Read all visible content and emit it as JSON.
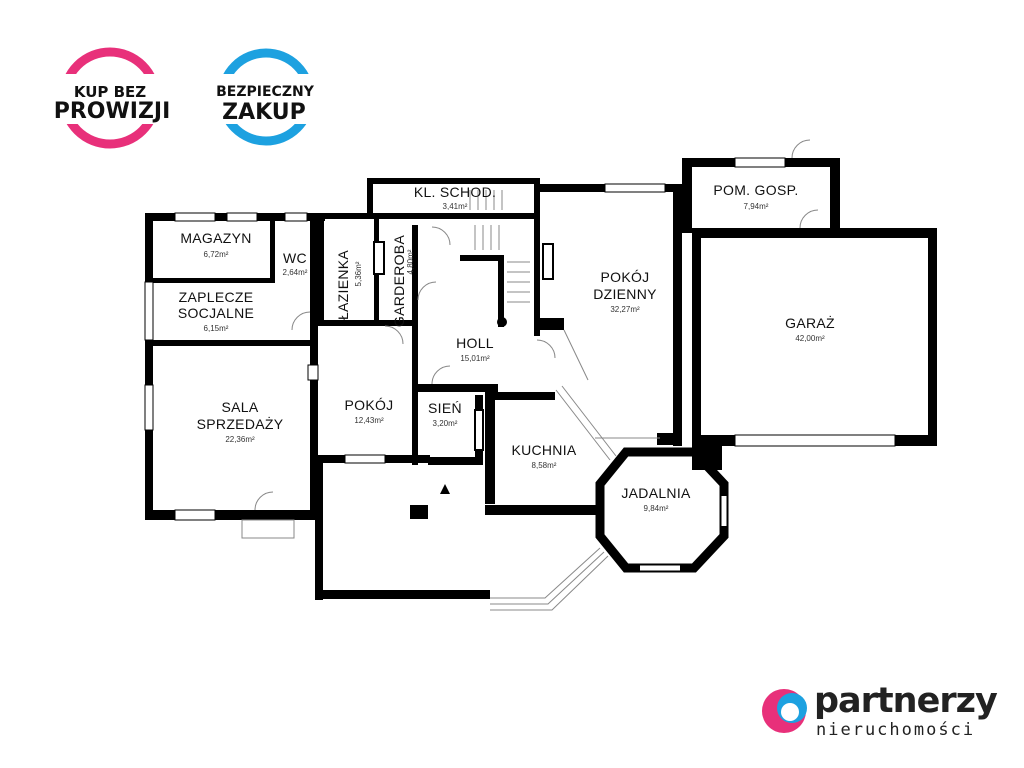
{
  "badges": {
    "left": {
      "line1": "KUP BEZ",
      "line2": "PROWIZJI",
      "color": "#e8307a"
    },
    "right": {
      "line1": "BEZPIECZNY",
      "line2": "ZAKUP",
      "color": "#1da1e0"
    }
  },
  "rooms": {
    "magazyn": {
      "name": "MAGAZYN",
      "area": "6,72m²"
    },
    "wc": {
      "name": "WC",
      "area": "2,64m²"
    },
    "lazienka": {
      "name": "ŁAZIENKA",
      "area": "5,36m²"
    },
    "garderoba": {
      "name": "GARDEROBA",
      "area": "4,80m²"
    },
    "klschod": {
      "name": "KL. SCHOD.",
      "area": "3,41m²"
    },
    "zaplecze": {
      "name_line1": "ZAPLECZE",
      "name_line2": "SOCJALNE",
      "area": "6,15m²"
    },
    "holl": {
      "name": "HOLL",
      "area": "15,01m²"
    },
    "sala": {
      "name_line1": "SALA",
      "name_line2": "SPRZEDAŻY",
      "area": "22,36m²"
    },
    "pokoj": {
      "name": "POKÓJ",
      "area": "12,43m²"
    },
    "sien": {
      "name": "SIEŃ",
      "area": "3,20m²"
    },
    "kuchnia": {
      "name": "KUCHNIA",
      "area": "8,58m²"
    },
    "jadalnia": {
      "name": "JADALNIA",
      "area": "9,84m²"
    },
    "pokojdz": {
      "name_line1": "POKÓJ",
      "name_line2": "DZIENNY",
      "area": "32,27m²"
    },
    "pomgosp": {
      "name": "POM. GOSP.",
      "area": "7,94m²"
    },
    "garaz": {
      "name": "GARAŻ",
      "area": "42,00m²"
    }
  },
  "logo": {
    "name": "partnerzy",
    "sub": "nieruchomości",
    "colors": {
      "pink": "#e8307a",
      "blue": "#1da1e0"
    }
  },
  "colors": {
    "wall": "#000000",
    "background": "#ffffff"
  }
}
